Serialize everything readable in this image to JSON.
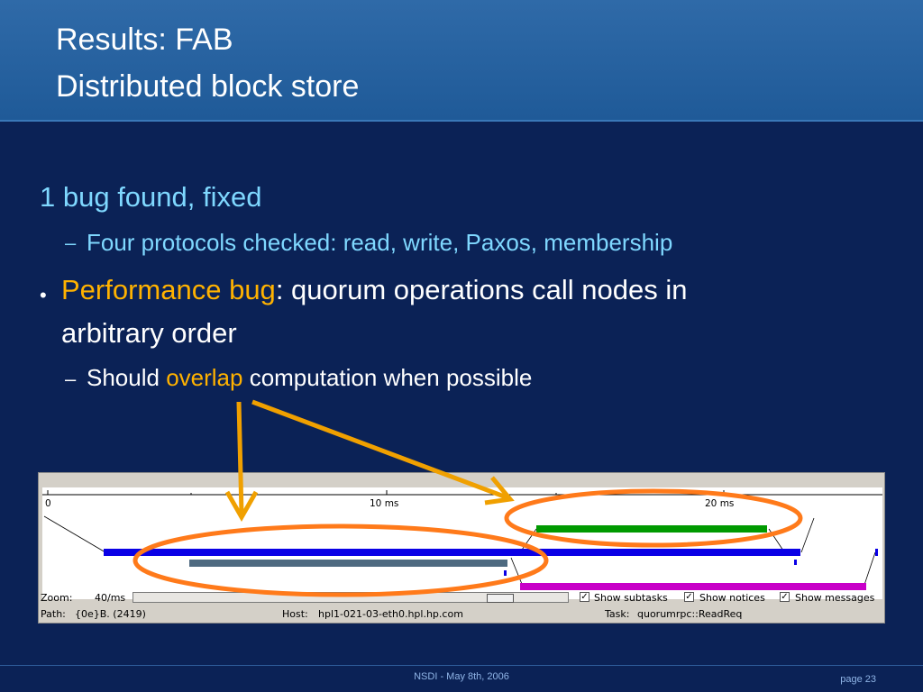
{
  "slide": {
    "title_line1": "Results: FAB",
    "title_line2": "Distributed block store",
    "bullet1": "1 bug found, fixed",
    "bullet1_sub": "Four protocols checked: read, write, Paxos, membership",
    "dash": "–",
    "dot": "•",
    "bullet2_highlight": "Performance bug",
    "bullet2_rest": ": quorum operations call nodes in",
    "bullet2_line2": "arbitrary order",
    "bullet2_sub_pre": "Should ",
    "bullet2_sub_highlight": "overlap",
    "bullet2_sub_post": " computation when possible"
  },
  "timeline": {
    "ticks": [
      "0",
      "10 ms",
      "20 ms"
    ],
    "zoom_label": "Zoom:",
    "zoom_value": "40/ms",
    "checkboxes": [
      "Show subtasks",
      "Show notices",
      "Show messages"
    ],
    "path_label": "Path:",
    "path_value": "{0e}B. (2419)",
    "host_label": "Host:",
    "host_value": "hpl1-021-03-eth0.hpl.hp.com",
    "task_label": "Task:",
    "task_value": "quorumrpc::ReadReq",
    "colors": {
      "blue_bar": "#0a00e6",
      "grey_bar": "#4e6a80",
      "green_bar": "#009a00",
      "magenta_bar": "#c800c8"
    }
  },
  "annotation": {
    "color": "#ff7a1a",
    "arrow_color": "#f0a000"
  },
  "footer": {
    "center": "NSDI - May 8th, 2006",
    "page": "page 23"
  }
}
